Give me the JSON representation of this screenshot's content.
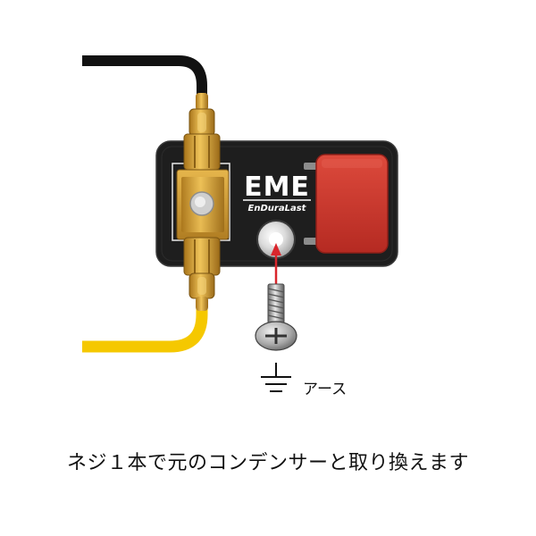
{
  "device": {
    "logo_text": "EME",
    "brand_text": "EnDuraLast"
  },
  "ground": {
    "label": "アース"
  },
  "caption": "ネジ１本で元のコンデンサーと取り換えます",
  "colors": {
    "body": "#1e1e1e",
    "capacitor": "#c6342a",
    "terminal_gold": "#d6a43a",
    "wire_black": "#111111",
    "wire_yellow": "#f5c800",
    "arrow": "#d9262c"
  },
  "icons": [
    "screw-icon",
    "ground-symbol-icon",
    "arrow-icon"
  ]
}
